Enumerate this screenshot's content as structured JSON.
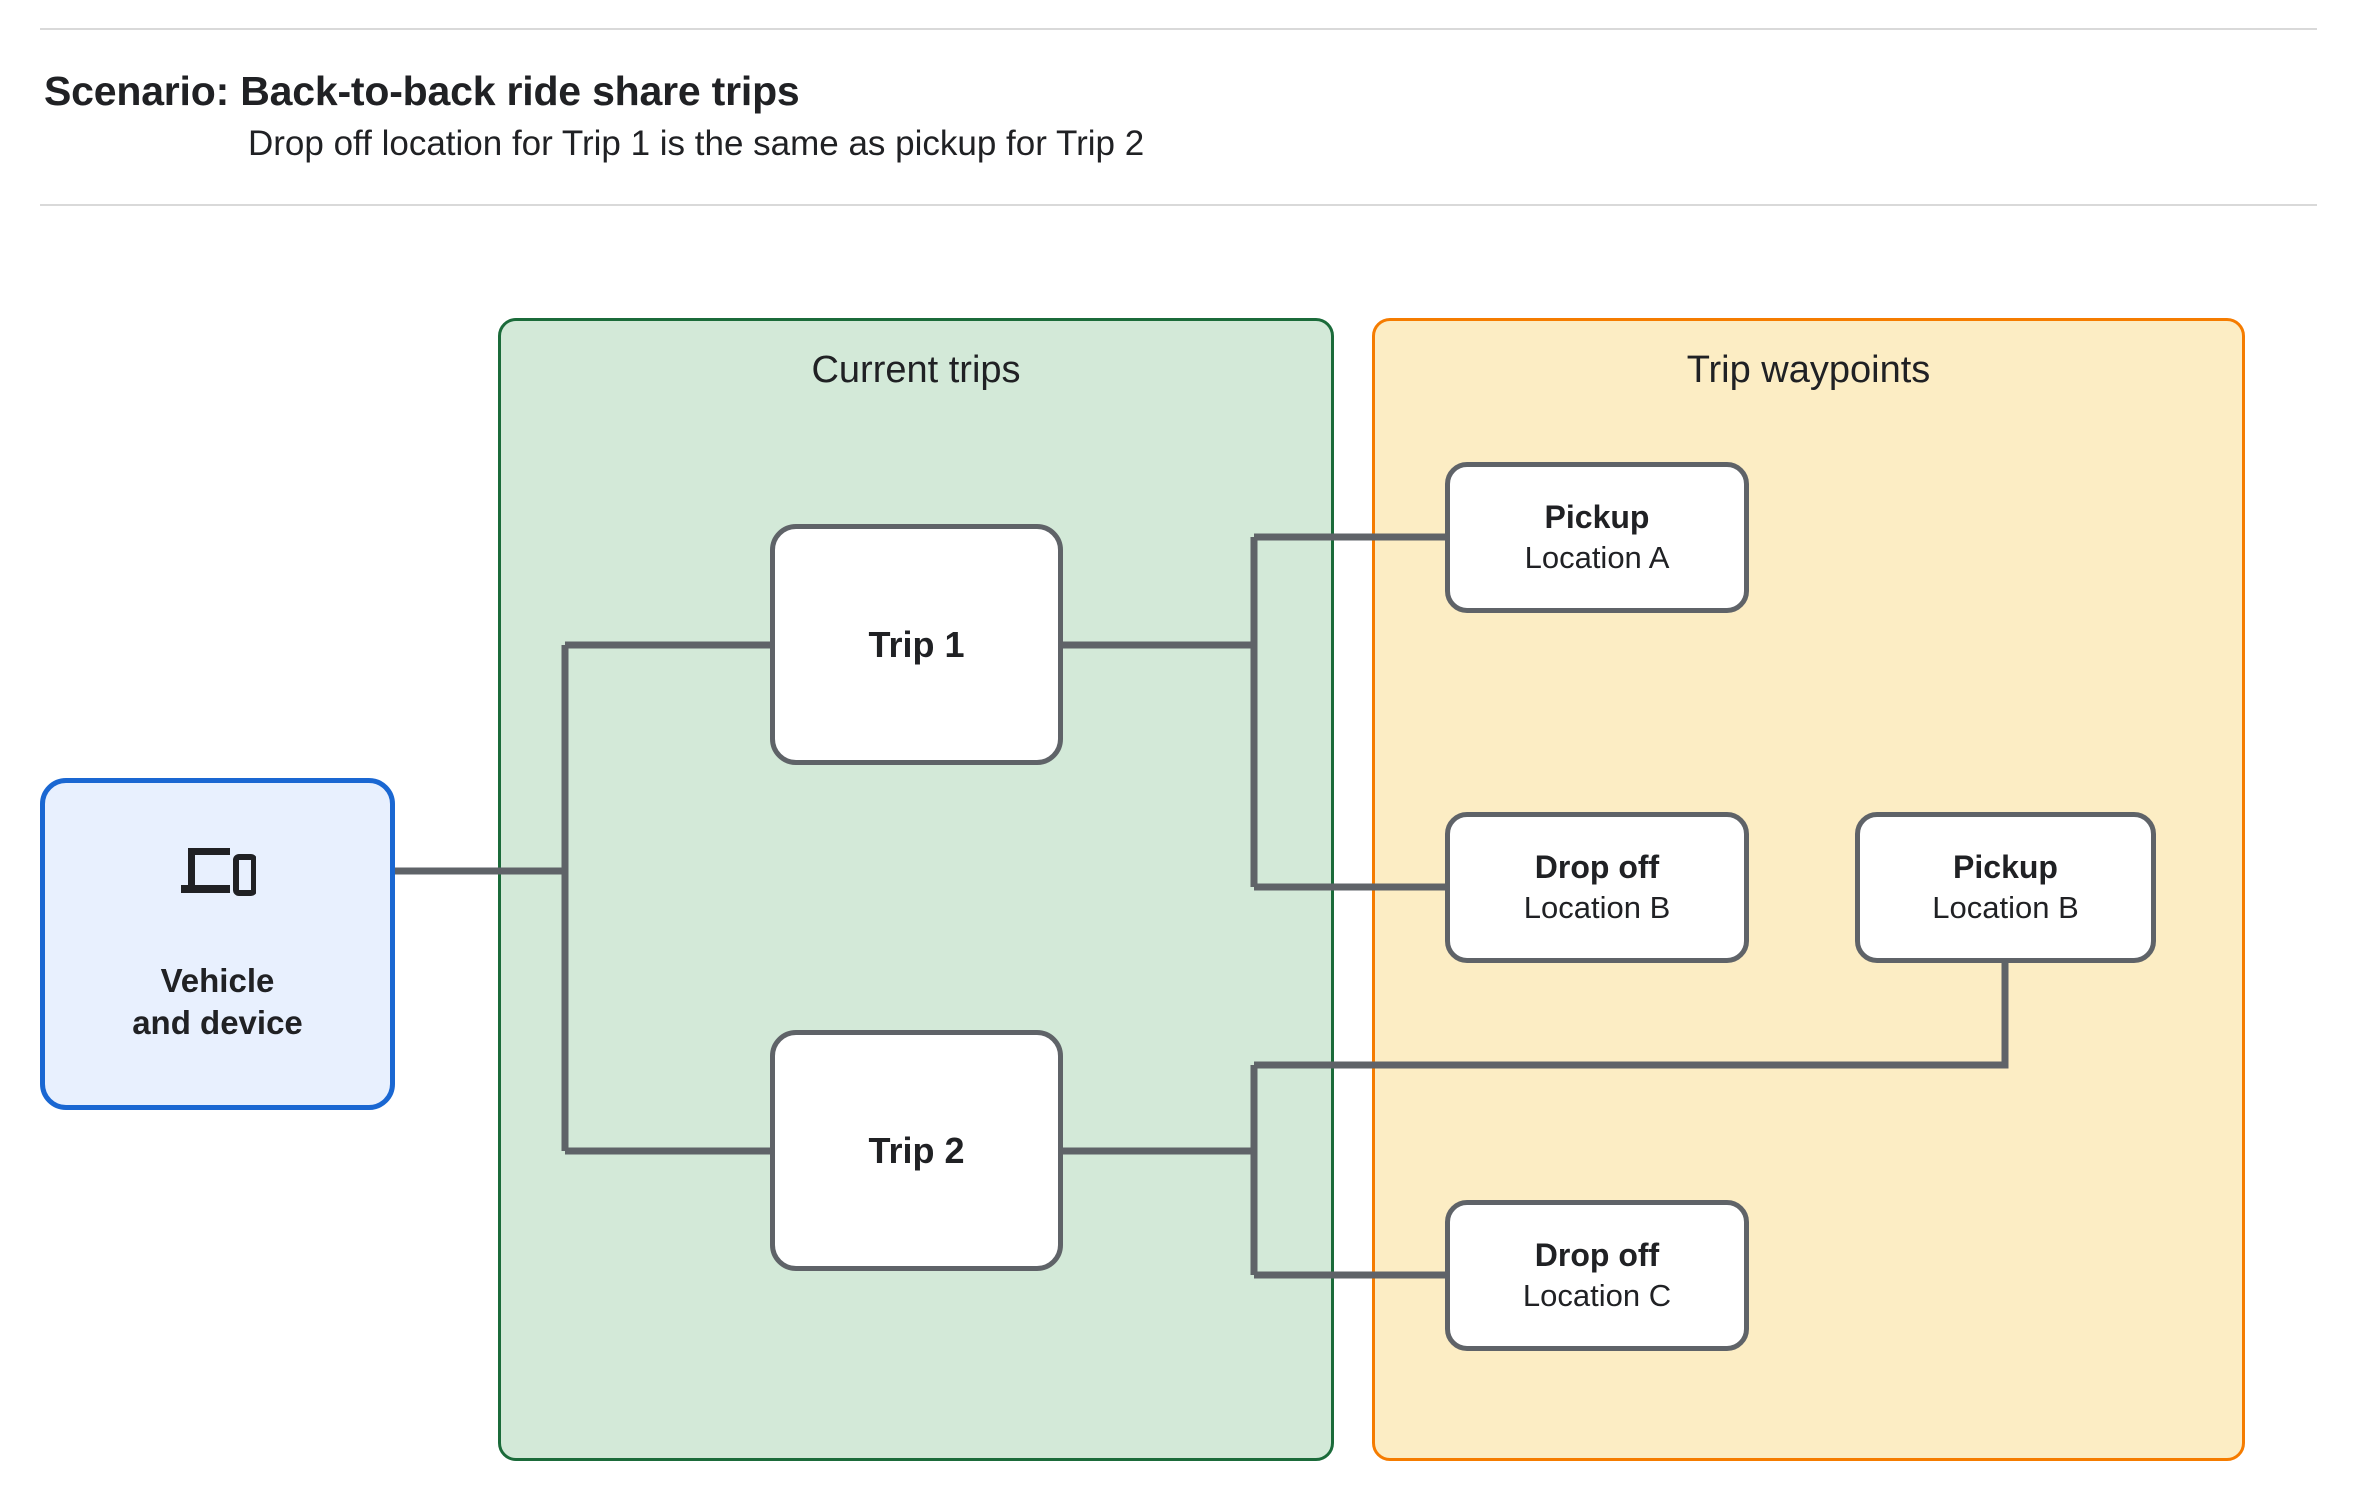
{
  "header": {
    "title": "Scenario: Back-to-back ride share trips",
    "subtitle": "Drop off  location for Trip 1 is the same as pickup for Trip 2"
  },
  "vehicle": {
    "label": "Vehicle\nand device",
    "icon": "devices-icon",
    "fill": "#e8f0fe",
    "border": "#1a67d2"
  },
  "panels": {
    "current_trips": {
      "title": "Current trips",
      "fill": "#d3e9d8",
      "border": "#1b6b3a"
    },
    "trip_waypoints": {
      "title": "Trip waypoints",
      "fill": "#fcedc4",
      "border": "#f57c00"
    }
  },
  "trips": [
    {
      "label": "Trip 1"
    },
    {
      "label": "Trip 2"
    }
  ],
  "waypoints": [
    {
      "type": "Pickup",
      "location": "Location A"
    },
    {
      "type": "Drop off",
      "location": "Location B"
    },
    {
      "type": "Pickup",
      "location": "Location B"
    },
    {
      "type": "Drop off",
      "location": "Location C"
    }
  ],
  "colors": {
    "connector": "#5f6368",
    "node_border": "#5f6368",
    "node_fill": "#ffffff",
    "rule": "#d9d9d9",
    "text": "#202124"
  }
}
